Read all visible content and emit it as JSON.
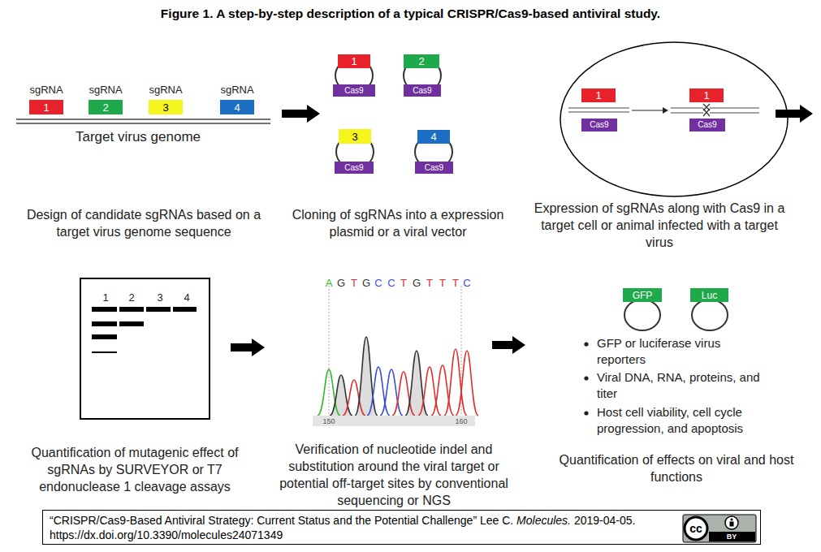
{
  "diagram": {
    "title": "Figure 1. A step-by-step description of a typical CRISPR/Cas9-based antiviral study.",
    "nodes": [
      {
        "text": [
          "sgRNA",
          "1"
        ]
      },
      {
        "text": [
          "sgRNA",
          "2"
        ]
      },
      {
        "text": [
          "sgRNA",
          "3"
        ]
      },
      {
        "text": [
          "sgRNA",
          "4"
        ]
      },
      {
        "text": [
          "1"
        ]
      },
      {
        "text": [
          "Cas9"
        ]
      },
      {
        "text": [
          "2"
        ]
      },
      {
        "text": [
          "Cas9"
        ]
      },
      {
        "text": [
          "3"
        ]
      },
      {
        "text": [
          "Cas9"
        ]
      },
      {
        "text": [
          "4"
        ]
      },
      {
        "text": [
          "Cas9"
        ]
      },
      {
        "text": [
          "1"
        ]
      },
      {
        "text": [
          "Cas9"
        ]
      },
      {
        "text": [
          "1"
        ]
      },
      {
        "text": [
          "Cas9"
        ]
      },
      {
        "text": [
          "1",
          "2",
          "3",
          "4"
        ]
      },
      {
        "text": [
          "GFP"
        ]
      },
      {
        "text": [
          "Luc"
        ]
      },
      {
        "text": [
          "“CRISPR/Cas9-Based Antiviral Strategy: Current Status and the Potential Challenge” Lee C.",
          "Molecules.",
          "2019-04-05. https://dx.doi.org/10.3390/molecules24071349"
        ]
      }
    ],
    "labels": [
      "Target virus genome",
      "Design of candidate sgRNAs based on a target virus genome sequence",
      "Cloning of sgRNAs into a expression plasmid or a viral vector",
      "Expression of sgRNAs along with Cas9 in a target cell or animal infected with a target virus",
      "Quantification of mutagenic effect of sgRNAs by SURVEYOR or T7 endonuclease 1 cleavage assays",
      "A",
      "G",
      "T",
      "G",
      "C",
      "C",
      "T",
      "G",
      "T",
      "T",
      "T",
      "C",
      "150",
      "160",
      "Verification of nucleotide indel and substitution around the viral target or potential off-target sites by conventional sequencing or NGS",
      "GFP or luciferase virus reporters",
      "Viral DNA, RNA, proteins, and titer",
      "Host cell viability, cell cycle progression, and apoptosis",
      "Quantification of effects on viral and host functions",
      "cc",
      "BY"
    ]
  }
}
